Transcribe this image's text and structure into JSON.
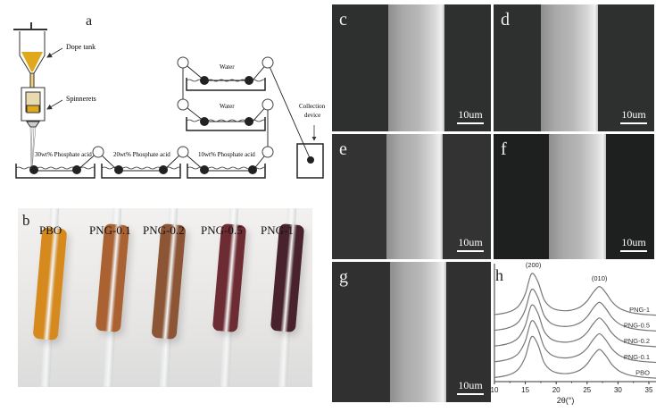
{
  "panels": {
    "a": "a",
    "b": "b",
    "c": "c",
    "d": "d",
    "e": "e",
    "f": "f",
    "g": "g",
    "h": "h"
  },
  "schematic": {
    "dope_tank": "Dope tank",
    "spinnerets": "Spinnerets",
    "bath1": "30wt% Phosphate acid",
    "bath2": "20wt% Phosphate acid",
    "bath3": "10wt% Phosphate acid",
    "water1": "Water",
    "water2": "Water",
    "collection_line1": "Collection",
    "collection_line2": "device",
    "dope_color": "#e0a81c"
  },
  "photo": {
    "samples": [
      {
        "label": "PBO",
        "color": "#d68a1e"
      },
      {
        "label": "PNG-0.1",
        "color": "#aa6233"
      },
      {
        "label": "PNG-0.2",
        "color": "#8c5636"
      },
      {
        "label": "PNG-0.5",
        "color": "#6d2c33"
      },
      {
        "label": "PNG-1",
        "color": "#48222c"
      }
    ]
  },
  "sem": {
    "scale_bar": "10um"
  },
  "chart_data": {
    "type": "line",
    "xlabel": "2θ(°)",
    "ylabel": "",
    "xlim": [
      10,
      37
    ],
    "ylim": [
      -2,
      118
    ],
    "xticks": [
      10,
      15,
      20,
      25,
      30,
      35
    ],
    "grid": false,
    "peak_labels": [
      {
        "x": 16.3,
        "label": "(200)"
      },
      {
        "x": 27,
        "label": "(010)"
      }
    ],
    "x": [
      10,
      11,
      12,
      13,
      14,
      15,
      16,
      17,
      18,
      19,
      20,
      21,
      22,
      23,
      24,
      25,
      26,
      27,
      28,
      29,
      30,
      31,
      32,
      33,
      34,
      35,
      36,
      37
    ],
    "series": [
      {
        "name": "PBO",
        "values": [
          2.2,
          3.0,
          4.3,
          6.6,
          11.6,
          23.3,
          43.6,
          36.1,
          17.9,
          10.2,
          7.2,
          6.2,
          6.3,
          7.6,
          10.4,
          16,
          24.8,
          30.7,
          24.6,
          15.5,
          9.6,
          6.4,
          4.4,
          3.3,
          2.5,
          2.0,
          1.6,
          1.3
        ]
      },
      {
        "name": "PNG-0.1",
        "values": [
          18.2,
          19,
          20.3,
          22.6,
          27.6,
          39.3,
          59.6,
          52.1,
          33.9,
          26.2,
          23.2,
          22.2,
          22.3,
          23.6,
          26.4,
          32,
          40.8,
          46.7,
          40.6,
          31.5,
          25.6,
          22.4,
          20.4,
          19.3,
          18.5,
          18,
          17.6,
          17.3
        ]
      },
      {
        "name": "PNG-0.2",
        "values": [
          34.2,
          35,
          36.3,
          38.6,
          43.6,
          55.3,
          75.6,
          68.1,
          49.9,
          42.2,
          39.2,
          38.2,
          38.3,
          39.6,
          42.4,
          48,
          56.8,
          62.7,
          56.6,
          47.5,
          41.6,
          38.4,
          36.4,
          35.3,
          34.5,
          34,
          33.6,
          33.3
        ]
      },
      {
        "name": "PNG-0.5",
        "values": [
          50.2,
          51,
          52.3,
          54.6,
          59.6,
          71.3,
          91.6,
          84.1,
          65.9,
          58.2,
          55.2,
          54.2,
          54.3,
          55.6,
          58.4,
          64,
          72.8,
          78.7,
          72.6,
          63.5,
          57.6,
          54.4,
          52.4,
          51.3,
          50.5,
          50,
          49.6,
          49.3
        ]
      },
      {
        "name": "PNG-1",
        "values": [
          66.2,
          67,
          68.3,
          70.6,
          75.6,
          87.3,
          107.6,
          100.1,
          81.9,
          74.2,
          71.2,
          70.2,
          70.3,
          71.6,
          74.4,
          80,
          88.8,
          94.7,
          88.6,
          79.5,
          73.6,
          70.4,
          68.4,
          67.3,
          66.5,
          66,
          65.6,
          65.3
        ]
      }
    ],
    "line_color": "#777777"
  }
}
